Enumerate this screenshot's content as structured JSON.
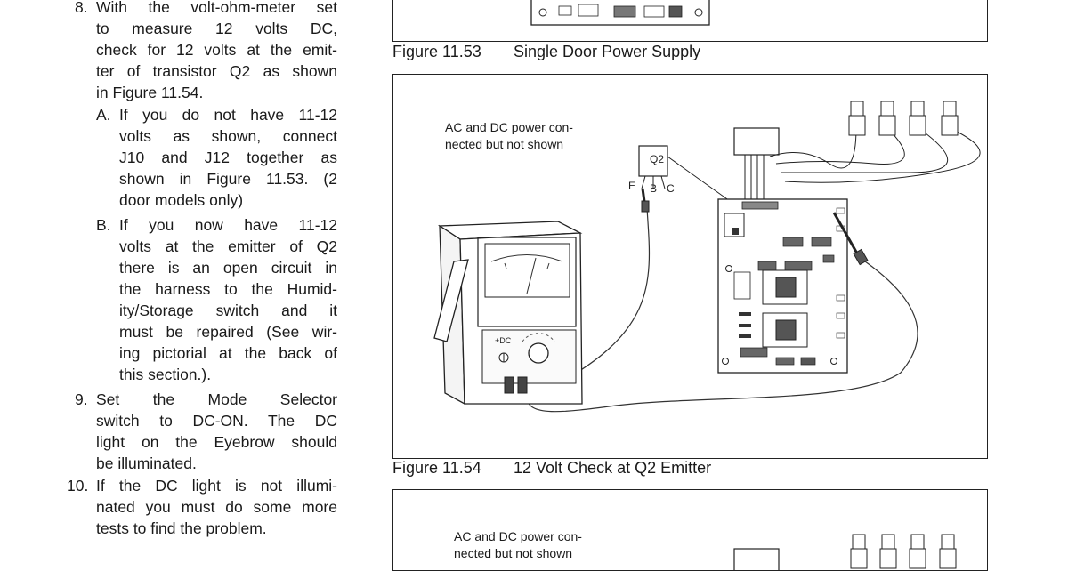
{
  "steps": {
    "s8_num": "8.",
    "s8": [
      "With the volt-ohm-meter set",
      "to measure 12 volts DC,",
      "check for 12 volts at the emit-",
      "ter of transistor Q2 as shown",
      "in Figure 11.54."
    ],
    "a_num": "A.",
    "a": [
      "If you do not have 11-12",
      "volts as shown, connect",
      "J10 and J12 together as",
      "shown in Figure 11.53. (2",
      "door models only)"
    ],
    "b_num": "B.",
    "b": [
      "If you now have 11-12",
      "volts at the emitter of Q2",
      "there is an open circuit in",
      "the harness to the Humid-",
      "ity/Storage switch and it",
      "must be repaired (See wir-",
      "ing pictorial at the back of",
      "this section.)."
    ],
    "s9_num": "9.",
    "s9": [
      "Set the Mode Selector",
      "switch to DC-ON. The DC",
      "light on the Eyebrow should",
      "be illuminated."
    ],
    "s10_num": "10.",
    "s10": [
      "If the DC light is not illumi-",
      "nated you must do some more",
      "tests to find the problem."
    ]
  },
  "figure_53": {
    "number": "Figure 11.53",
    "title": "Single Door Power Supply"
  },
  "figure_54": {
    "number": "Figure 11.54",
    "title": "12 Volt Check at Q2 Emitter",
    "note": [
      "AC and DC power con-",
      "nected but not shown"
    ],
    "transistor_label": "Q2",
    "pin_e": "E",
    "pin_b": "B",
    "pin_c": "C",
    "meter_dc_label": "+DC"
  },
  "figure_next": {
    "note": [
      "AC and DC power con-",
      "nected but not shown"
    ]
  },
  "colors": {
    "ink": "#1a1a1a",
    "frame": "#222222",
    "paper": "#ffffff"
  }
}
